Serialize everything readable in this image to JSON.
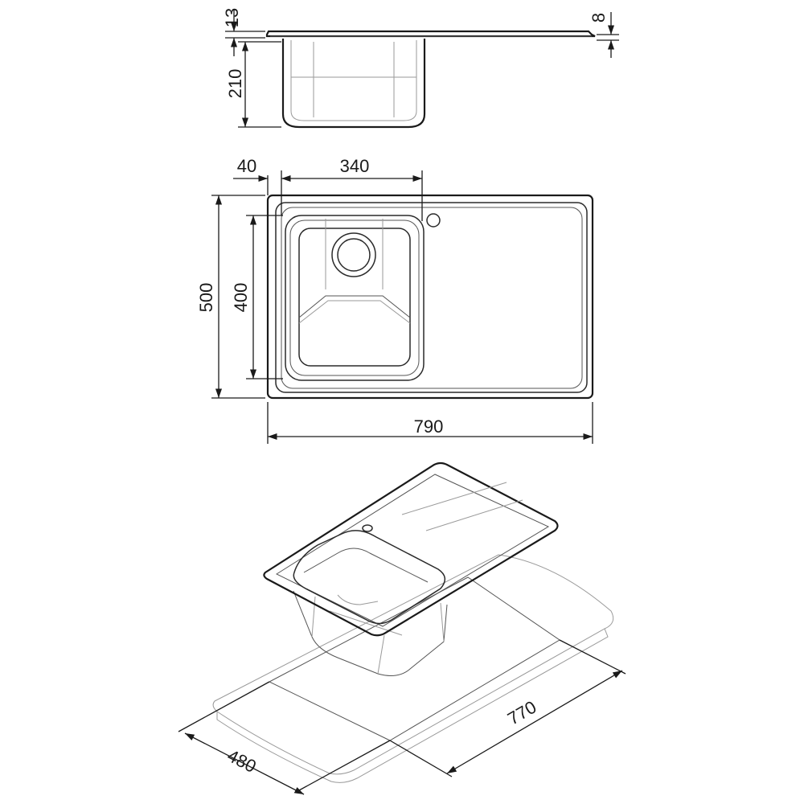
{
  "dimensions": {
    "top_thickness": "13",
    "rim_thickness": "8",
    "bowl_depth": "210",
    "edge_offset": "40",
    "bowl_width": "340",
    "overall_depth": "500",
    "bowl_length": "400",
    "overall_width": "790",
    "cutout_depth": "480",
    "cutout_width": "770"
  },
  "colors": {
    "line": "#1a1a1a",
    "background": "#ffffff"
  }
}
